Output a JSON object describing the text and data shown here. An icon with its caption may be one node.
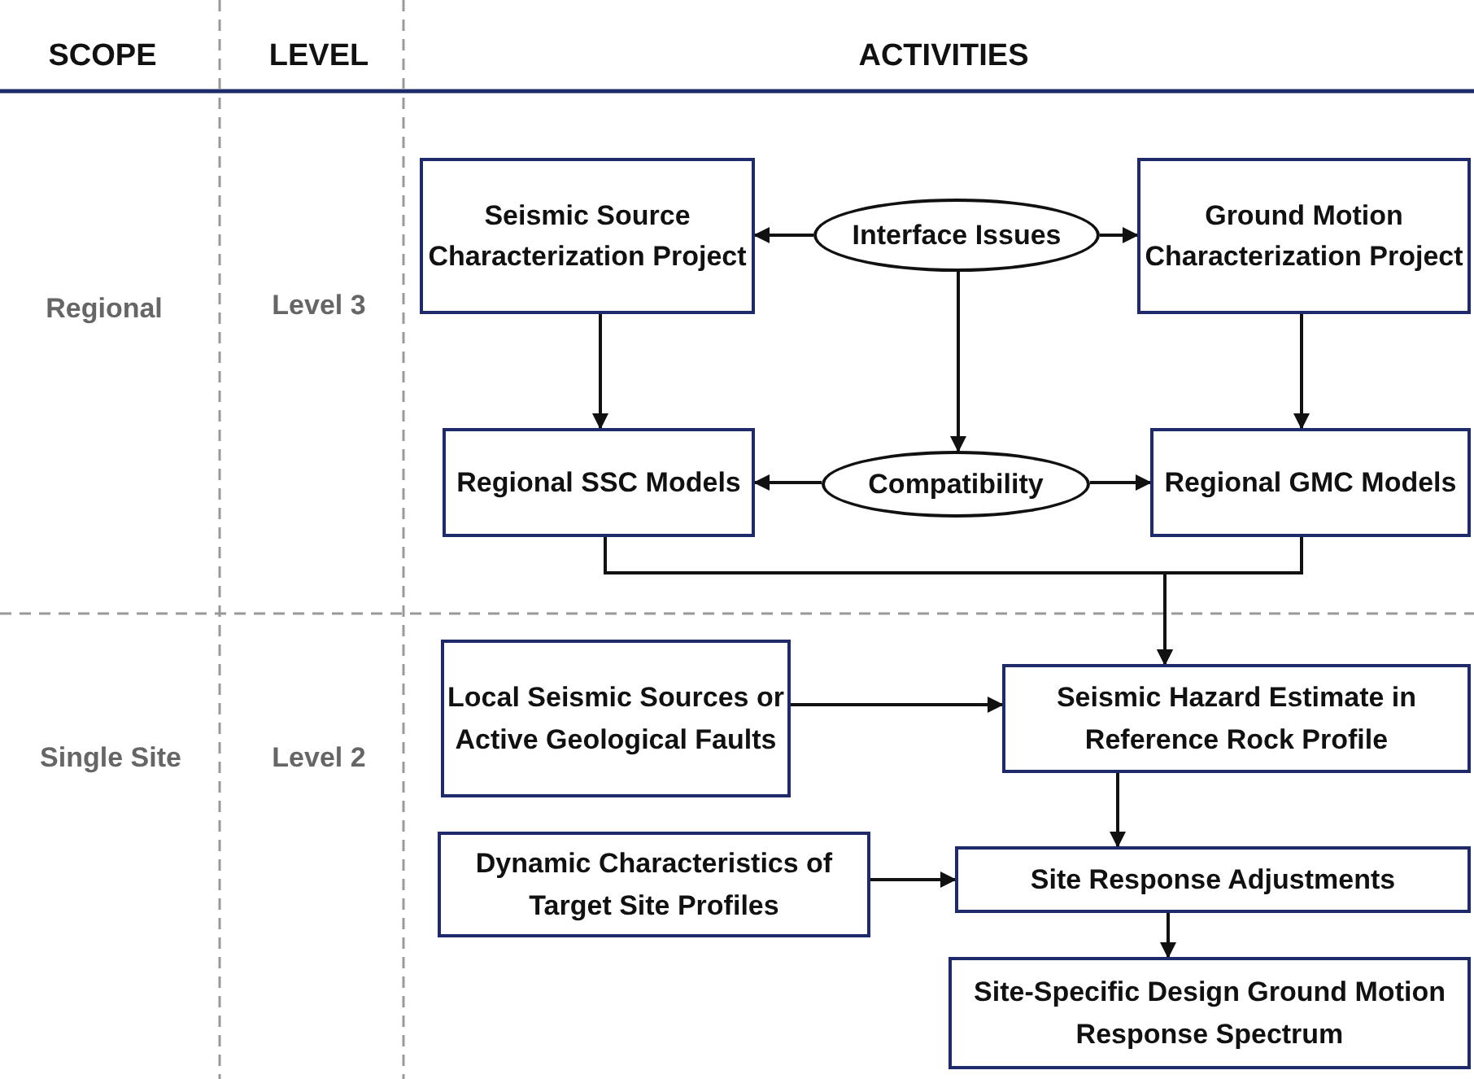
{
  "diagram": {
    "nodes": [
      {
        "text": [
          "Seismic Source Characterization Project"
        ]
      },
      {
        "text": [
          "Interface Issues"
        ]
      },
      {
        "text": [
          "Ground Motion Characterization Project"
        ]
      },
      {
        "text": [
          "Regional SSC Models"
        ]
      },
      {
        "text": [
          "Compatibility"
        ]
      },
      {
        "text": [
          "Regional GMC Models"
        ]
      },
      {
        "text": [
          "Local Seismic Sources or Active Geological Faults"
        ]
      },
      {
        "text": [
          "Seismic Hazard Estimate in Reference Rock Profile"
        ]
      },
      {
        "text": [
          "Dynamic Characteristics of Target Site Profiles"
        ]
      },
      {
        "text": [
          "Site Response Adjustments"
        ]
      },
      {
        "text": [
          "Site-Specific Design Ground Motion Response Spectrum"
        ]
      }
    ],
    "edges": [
      {
        "from": 1,
        "to": 0,
        "arrow": "to"
      },
      {
        "from": 1,
        "to": 2,
        "arrow": "to"
      },
      {
        "from": 0,
        "to": 3,
        "arrow": "to"
      },
      {
        "from": 1,
        "to": 4,
        "arrow": "to"
      },
      {
        "from": 2,
        "to": 5,
        "arrow": "to"
      },
      {
        "from": 4,
        "to": 3,
        "arrow": "to"
      },
      {
        "from": 4,
        "to": 5,
        "arrow": "to"
      },
      {
        "from": 3,
        "to": 7,
        "arrow": "to"
      },
      {
        "from": 5,
        "to": 7,
        "arrow": "to"
      },
      {
        "from": 6,
        "to": 7,
        "arrow": "to"
      },
      {
        "from": 7,
        "to": 9,
        "arrow": "to"
      },
      {
        "from": 8,
        "to": 9,
        "arrow": "to"
      },
      {
        "from": 9,
        "to": 10,
        "arrow": "to"
      }
    ],
    "labels": [
      "SCOPE",
      "LEVEL",
      "ACTIVITIES",
      "Regional",
      "Level 3",
      "Single Site",
      "Level 2"
    ]
  }
}
